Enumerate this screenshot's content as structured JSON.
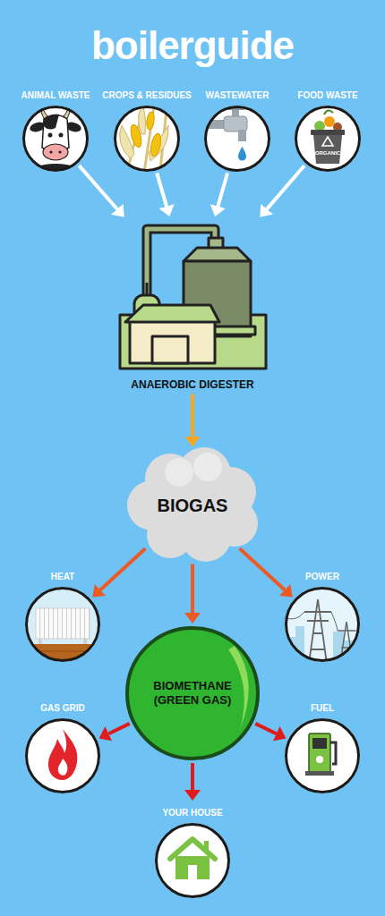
{
  "diagram": {
    "title": "boilerguide",
    "nodes": [
      {
        "text": [
          "ANIMAL WASTE"
        ]
      },
      {
        "text": [
          "CROPS & RESIDUES"
        ]
      },
      {
        "text": [
          "WASTEWATER"
        ]
      },
      {
        "text": [
          "FOOD WASTE"
        ]
      },
      {
        "text": [
          "ANAEROBIC DIGESTER"
        ]
      },
      {
        "text": [
          "BIOGAS"
        ]
      },
      {
        "text": [
          "HEAT"
        ]
      },
      {
        "text": [
          "POWER"
        ]
      },
      {
        "text": [
          "BIOMETHANE (GREEN GAS)"
        ]
      },
      {
        "text": [
          "GAS GRID"
        ]
      },
      {
        "text": [
          "FUEL"
        ]
      },
      {
        "text": [
          "YOUR HOUSE"
        ]
      }
    ],
    "edges": [
      {
        "from": 0,
        "to": 4,
        "arrow": "to"
      },
      {
        "from": 1,
        "to": 4,
        "arrow": "to"
      },
      {
        "from": 2,
        "to": 4,
        "arrow": "to"
      },
      {
        "from": 3,
        "to": 4,
        "arrow": "to"
      },
      {
        "from": 4,
        "to": 5,
        "arrow": "to"
      },
      {
        "from": 5,
        "to": 6,
        "arrow": "to"
      },
      {
        "from": 5,
        "to": 8,
        "arrow": "to"
      },
      {
        "from": 5,
        "to": 7,
        "arrow": "to"
      },
      {
        "from": 8,
        "to": 9,
        "arrow": "to"
      },
      {
        "from": 8,
        "to": 10,
        "arrow": "to"
      },
      {
        "from": 8,
        "to": 11,
        "arrow": "to"
      }
    ],
    "labels": [
      "ORGANIC"
    ]
  }
}
